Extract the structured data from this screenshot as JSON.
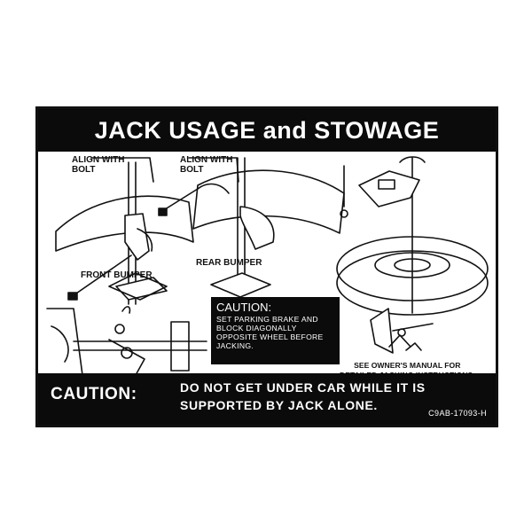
{
  "title": "JACK USAGE and STOWAGE",
  "labels": {
    "align_left": "ALIGN WITH\nBOLT",
    "align_right": "ALIGN WITH\nBOLT",
    "front_bumper": "FRONT BUMPER",
    "rear_bumper": "REAR BUMPER",
    "manual_note": "SEE OWNER'S MANUAL FOR\nDETAILED JACKING INSTRUCTIONS."
  },
  "caution_box": {
    "title": "CAUTION:",
    "body": "SET PARKING BRAKE AND\nBLOCK DIAGONALLY\nOPPOSITE WHEEL BEFORE\nJACKING."
  },
  "footer": {
    "caution": "CAUTION:",
    "message": "DO NOT GET UNDER CAR WHILE IT IS\nSUPPORTED BY JACK ALONE.",
    "code": "C9AB-17093-H"
  },
  "colors": {
    "ink": "#0b0b0b",
    "paper": "#ffffff"
  }
}
